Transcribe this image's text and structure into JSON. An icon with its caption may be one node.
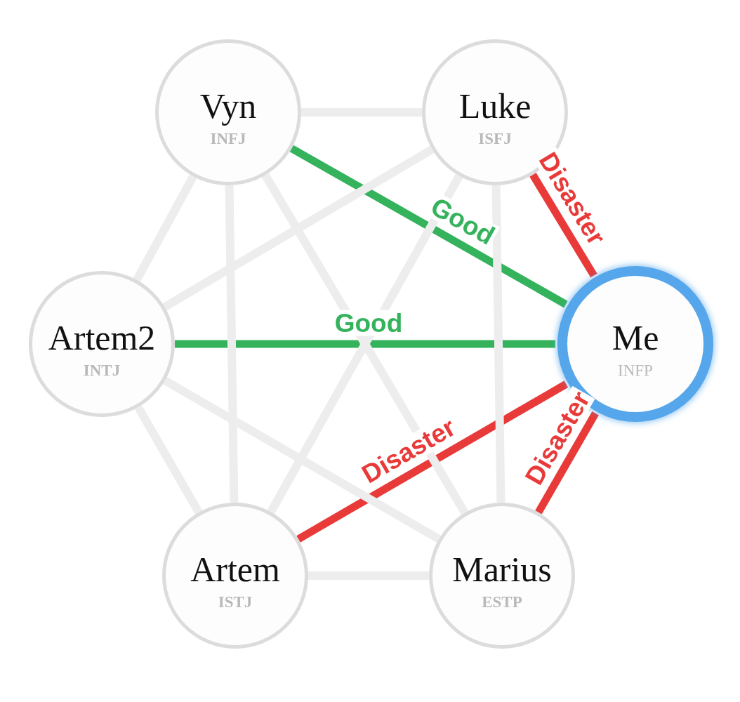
{
  "diagram": {
    "nodes": [
      {
        "text": [
          "Vyn",
          "INFJ"
        ]
      },
      {
        "text": [
          "Luke",
          "ISFJ"
        ]
      },
      {
        "text": [
          "Artem2",
          "INTJ"
        ]
      },
      {
        "text": [
          "Me",
          "INFP"
        ]
      },
      {
        "text": [
          "Artem",
          "ISTJ"
        ]
      },
      {
        "text": [
          "Marius",
          "ESTP"
        ]
      }
    ],
    "edges": [
      {
        "from": 0,
        "to": 3,
        "arrow": "none",
        "label": "Good",
        "color": "#34b25c"
      },
      {
        "from": 1,
        "to": 3,
        "arrow": "none",
        "label": "Disaster",
        "color": "#e93a3a"
      },
      {
        "from": 2,
        "to": 3,
        "arrow": "none",
        "label": "Good",
        "color": "#34b25c"
      },
      {
        "from": 4,
        "to": 3,
        "arrow": "none",
        "label": "Disaster",
        "color": "#e93a3a"
      },
      {
        "from": 5,
        "to": 3,
        "arrow": "none",
        "label": "Disaster",
        "color": "#e93a3a"
      },
      {
        "from": 0,
        "to": 1,
        "arrow": "none"
      },
      {
        "from": 0,
        "to": 2,
        "arrow": "none"
      },
      {
        "from": 0,
        "to": 4,
        "arrow": "none"
      },
      {
        "from": 0,
        "to": 5,
        "arrow": "none"
      },
      {
        "from": 1,
        "to": 2,
        "arrow": "none"
      },
      {
        "from": 1,
        "to": 4,
        "arrow": "none"
      },
      {
        "from": 1,
        "to": 5,
        "arrow": "none"
      },
      {
        "from": 2,
        "to": 4,
        "arrow": "none"
      },
      {
        "from": 2,
        "to": 5,
        "arrow": "none"
      },
      {
        "from": 4,
        "to": 5,
        "arrow": "none"
      }
    ]
  }
}
